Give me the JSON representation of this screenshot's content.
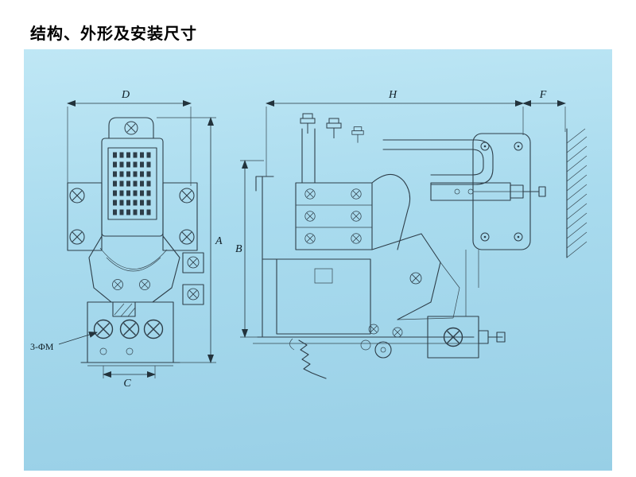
{
  "page": {
    "title": "结构、外形及安装尺寸"
  },
  "panel": {
    "colors": {
      "background_top": "#bfe7f5",
      "background_bottom": "#98cfe6",
      "line": "#2e3e49"
    }
  },
  "drawing": {
    "front_view": {
      "name": "front-view",
      "dim_width": "D",
      "dim_height": "A",
      "dim_hole_spacing": "C",
      "hole_note": "3-ΦM"
    },
    "side_view": {
      "name": "side-view",
      "dim_width": "H",
      "dim_margin": "F",
      "dim_height": "B"
    }
  }
}
